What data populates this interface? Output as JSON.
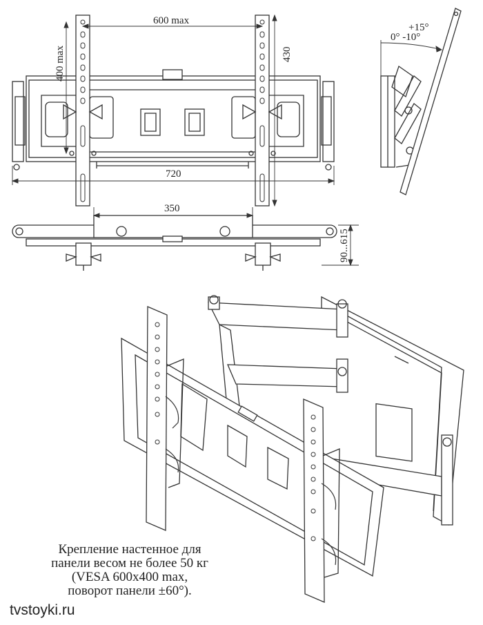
{
  "dimensions": {
    "width_max": "600 max",
    "height_max": "400 max",
    "plate_height": "430",
    "plate_width": "720",
    "arm_width": "350",
    "depth_range": "90...615",
    "tilt_up": "+15°",
    "tilt_down": "0° -10°"
  },
  "caption": {
    "line1": "Крепление настенное для",
    "line2": "панели весом не более 50 кг",
    "line3": "(VESA 600x400 max,",
    "line4": "поворот панели ±60°)."
  },
  "site": "tvstoyki.ru"
}
